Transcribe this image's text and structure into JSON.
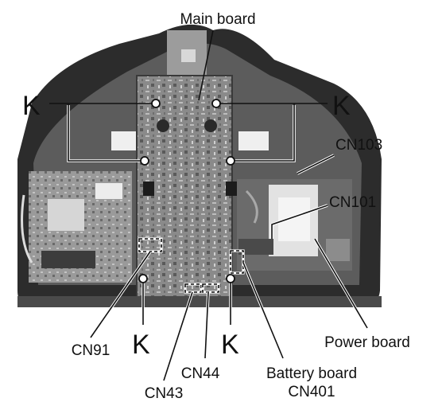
{
  "labels": {
    "main_board": "Main board",
    "cn103": "CN103",
    "cn101": "CN101",
    "cn91": "CN91",
    "cn44": "CN44",
    "cn43": "CN43",
    "power_board": "Power board",
    "battery_board_line1": "Battery board",
    "battery_board_line2": "CN401",
    "k": "K"
  }
}
